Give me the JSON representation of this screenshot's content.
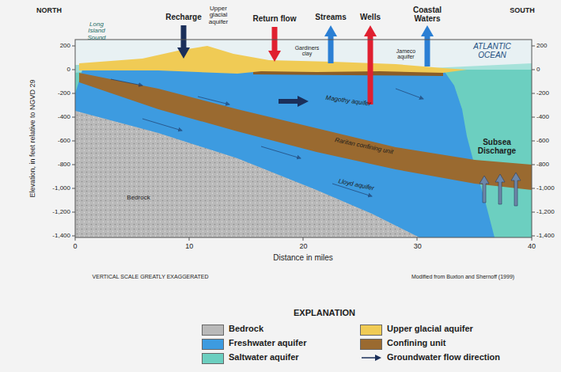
{
  "diagram": {
    "labels": [
      "NORTH",
      "SOUTH",
      "Long Island Sound",
      "Recharge",
      "Upper glacial aquifer",
      "Return flow",
      "Streams",
      "Wells",
      "Coastal Waters",
      "Gardiners clay",
      "Jameco aquifer",
      "ATLANTIC OCEAN",
      "Magothy aquifer",
      "Raritan confining unit",
      "Lloyd aquifer",
      "Bedrock",
      "Subsea Discharge",
      "200",
      "0",
      "-200",
      "-400",
      "-600",
      "-800",
      "-1,000",
      "-1,200",
      "-1,400",
      "200",
      "0",
      "-200",
      "-400",
      "-600",
      "-800",
      "-1,000",
      "-1,200",
      "-1,400",
      "0",
      "10",
      "20",
      "30",
      "40",
      "Elevation, in feet relative to NGVD 29",
      "Distance in miles",
      "VERTICAL SCALE GREATLY EXAGGERATED",
      "Modified from Buxton and Shernoff (1999)",
      "EXPLANATION"
    ],
    "legend": [
      {
        "text": "Bedrock",
        "color": "#b9b9b9"
      },
      {
        "text": "Freshwater aquifer",
        "color": "#3d9be0"
      },
      {
        "text": "Saltwater aquifer",
        "color": "#6ccfc0"
      },
      {
        "text": "Upper glacial aquifer",
        "color": "#f0cb55"
      },
      {
        "text": "Confining unit",
        "color": "#9a6a30"
      },
      {
        "text": "Groundwater flow direction"
      }
    ]
  }
}
